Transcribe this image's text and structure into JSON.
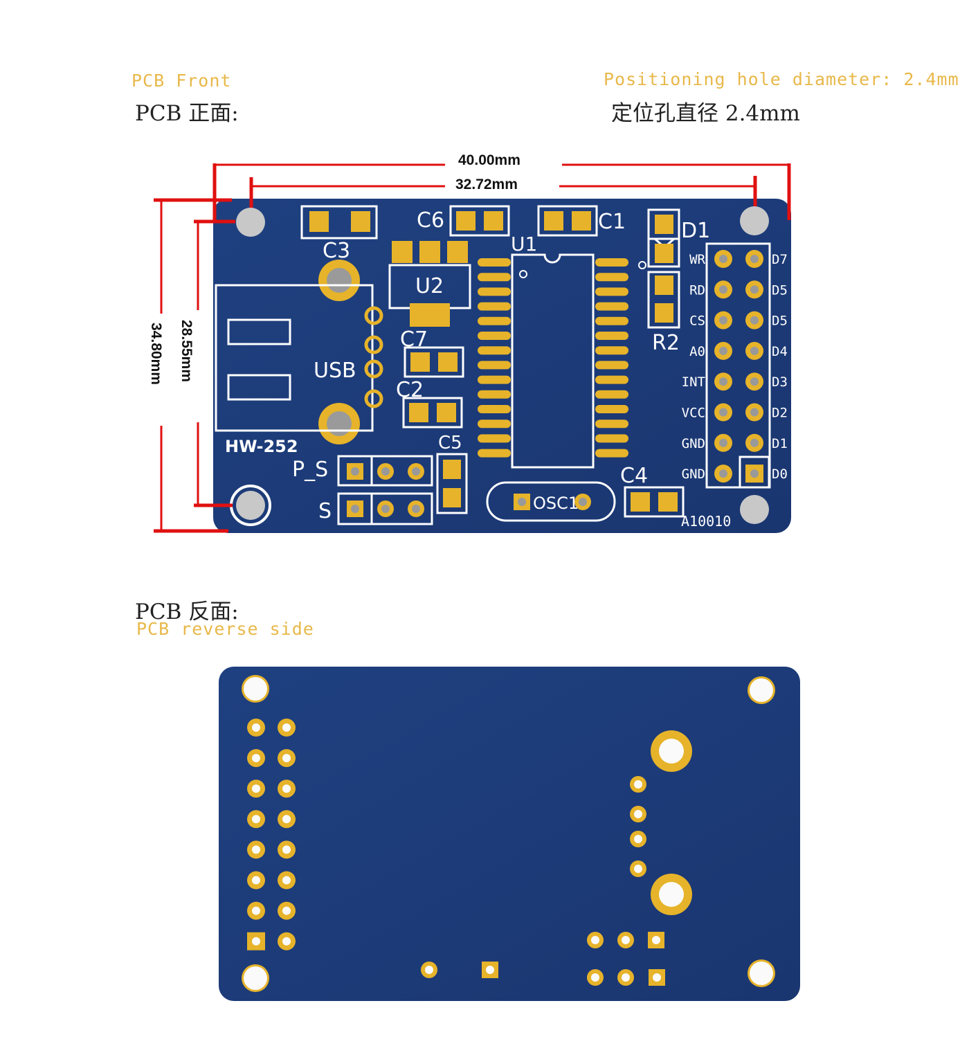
{
  "front": {
    "label_en": "PCB Front",
    "label_cn": "PCB 正面:",
    "hole_en": "Positioning hole diameter: 2.4mm",
    "hole_cn": "定位孔直径 2.4mm",
    "dim_width": "40.00mm",
    "dim_hole_span_x": "32.72mm",
    "dim_height": "34.80mm",
    "dim_hole_span_y": "28.55mm",
    "refs": {
      "c3": "C3",
      "c6": "C6",
      "c1": "C1",
      "d1": "D1",
      "u1": "U1",
      "u2": "U2",
      "c7": "C7",
      "c2": "C2",
      "c5": "C5",
      "c4": "C4",
      "r2": "R2",
      "usb": "USB",
      "board": "HW-252",
      "p_s": "P_S",
      "s": "S",
      "osc": "OSC1",
      "code": "A10010"
    },
    "header_left": [
      "WR",
      "RD",
      "CS",
      "A0",
      "INT",
      "VCC",
      "GND",
      "GND"
    ],
    "header_right": [
      "D7",
      "D5",
      "D5",
      "D4",
      "D3",
      "D2",
      "D1",
      "D0"
    ]
  },
  "back": {
    "label_cn": "PCB 反面:",
    "label_en": "PCB reverse side"
  },
  "colors": {
    "board": "#1e3d78",
    "pad": "#e6b32a",
    "silkscreen": "#ffffff",
    "dimension": "#e01010",
    "label": "#e8b84a"
  }
}
